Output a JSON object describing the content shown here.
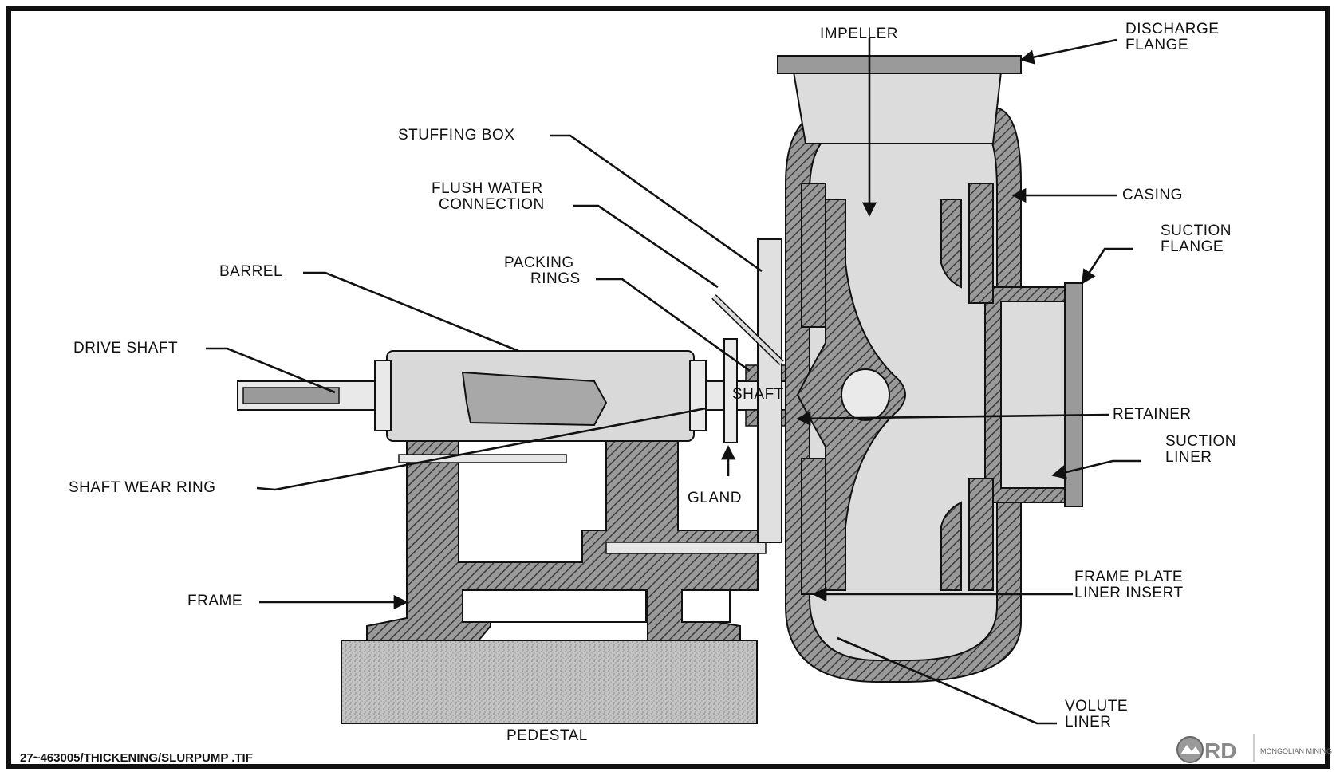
{
  "diagram": {
    "labels": {
      "impeller": "IMPELLER",
      "discharge_flange_1": "DISCHARGE",
      "discharge_flange_2": "FLANGE",
      "stuffing_box": "STUFFING BOX",
      "flush_water_1": "FLUSH WATER",
      "flush_water_2": "CONNECTION",
      "casing": "CASING",
      "suction_flange_1": "SUCTION",
      "suction_flange_2": "FLANGE",
      "barrel": "BARREL",
      "packing_rings_1": "PACKING",
      "packing_rings_2": "RINGS",
      "drive_shaft": "DRIVE SHAFT",
      "shaft": "SHAFT",
      "retainer": "RETAINER",
      "suction_liner_1": "SUCTION",
      "suction_liner_2": "LINER",
      "shaft_wear_ring": "SHAFT WEAR RING",
      "gland": "GLAND",
      "frame_plate_1": "FRAME PLATE",
      "frame_plate_2": "LINER INSERT",
      "frame": "FRAME",
      "volute_liner_1": "VOLUTE",
      "volute_liner_2": "LINER",
      "pedestal": "PEDESTAL"
    },
    "footer": {
      "file_path": "27~463005/THICKENING/SLURPUMP .TIF",
      "logo_text": "RD",
      "company_text": "MONGOLIAN MINING"
    },
    "colors": {
      "ink": "#111111",
      "metal_light": "#d9d9d9",
      "metal_hatch": "#555555",
      "pedestal": "#c4c4c4"
    }
  }
}
